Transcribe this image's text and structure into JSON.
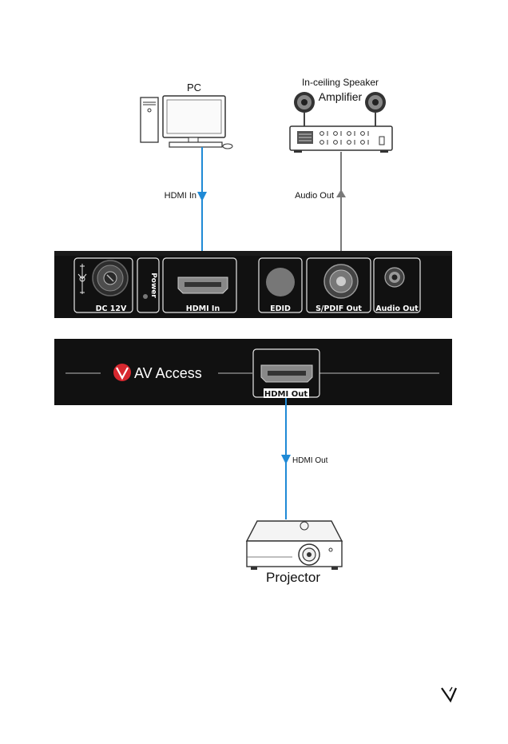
{
  "devices": {
    "pc": "PC",
    "speaker": "In-ceiling Speaker",
    "amplifier": "Amplifier",
    "projector": "Projector"
  },
  "signals": {
    "hdmi_in": "HDMI In",
    "audio_out": "Audio Out",
    "hdmi_out": "HDMI Out"
  },
  "rear_panel": {
    "dc_label": "DC 12V",
    "power_label": "Power",
    "hdmi_in_label": "HDMI In",
    "edid_label": "EDID",
    "spdif_label": "S/PDIF Out",
    "audio_out_label": "Audio Out"
  },
  "front_panel": {
    "brand": "AV Access",
    "hdmi_out_label": "HDMI Out"
  },
  "colors": {
    "hdmi_cable": "#1f8ad6",
    "audio_cable": "#7a7a7a",
    "panel": "#111111",
    "brand_red": "#d7282f"
  }
}
